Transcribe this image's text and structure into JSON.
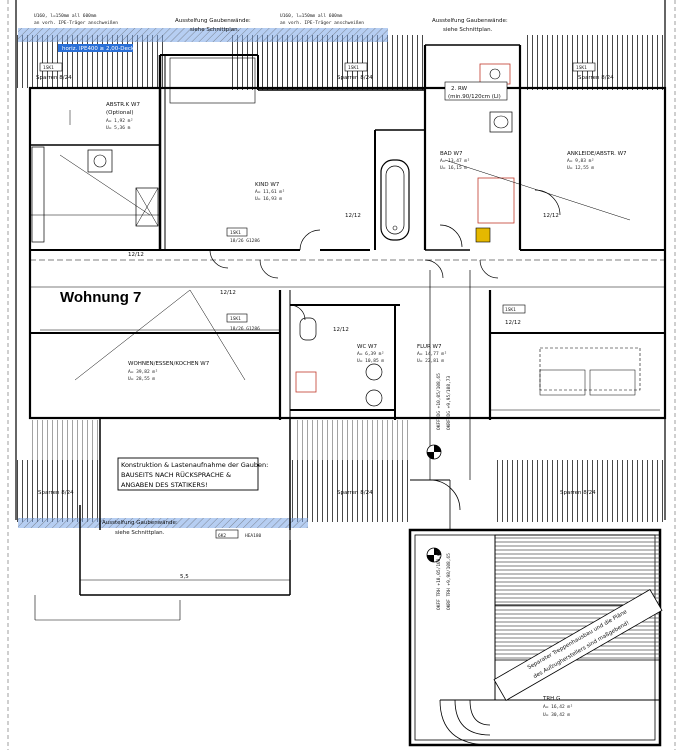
{
  "title": "Wohnung 7",
  "notes": {
    "top_left_beam": "U160, l=150mm all 600mm",
    "top_left_ipe": "an vorh. IPE-Träger anschweißen",
    "top_mid_1": "Ausstelfung Gaubenwände:",
    "top_mid_2": "siehe Schnittplan.",
    "top_right_beam": "U160, l=150mm all 600mm",
    "top_right_ipe": "an vorh. IPE-Träger anschweißen",
    "top_right_1": "Ausstelfung Gaubenwände:",
    "top_right_2": "siehe Schnittplan.",
    "blue_tag": "horiz. IPE400 ≥ 2,00-Decke",
    "structure_1": "Konstruktion & Lastenaufnahme der Gauben:",
    "structure_2": "BAUSEITS NACH RÜCKSPRACHE &",
    "structure_3": "ANGABEN DES STATIKERS!",
    "bottom_1": "Ausstelfung Gaubenwände:",
    "bottom_2": "siehe Schnittplan.",
    "hea": "HEA180",
    "stair_1": "Separater Treppenhausbau und die Pläne",
    "stair_2": "des Aufzugherstellers sind maßgebend!",
    "okff_1": "OKFF DG +10,05/108,65",
    "okff_2": "OKRF DG +9,95/108,73",
    "okff_3": "OKFF TRH +10,05/108,65",
    "okff_4": "OKRF TRH +9,98/108,65"
  },
  "rafters": {
    "top_left": "Sparren 8/24",
    "top_mid": "Sparren 8/24",
    "top_right": "Sparren 8/24",
    "bottom_left": "Sparren 8/24",
    "bottom_mid": "Sparren 8/24",
    "bottom_right": "Sparren 8/24"
  },
  "tags": {
    "t1": "1SK1",
    "t2": "1SK1",
    "t3": "1SK1",
    "t4": "1SK1",
    "t5": "1SK1",
    "t6": "1SK1",
    "t7": "6K2"
  },
  "doors": {
    "d1": "18/26 G1286",
    "d2": "18/26 G1286"
  },
  "dims": {
    "d1": "12/12",
    "d2": "12/12",
    "d3": "12/12",
    "d4": "12/12",
    "d5": "12/12",
    "d6": "12/12",
    "d7": "5,5"
  },
  "rooms": {
    "rw": {
      "name": "2. RW",
      "size": "(min.90/120cm (LI)"
    },
    "abstr": {
      "name": "ABSTR.K W7",
      "option": "(Optional)",
      "area": "A= 1,92 m²",
      "perimeter": "U= 5,36 m"
    },
    "kind": {
      "name": "KIND W7",
      "area": "A= 11,61 m²",
      "perimeter": "U= 16,93 m"
    },
    "bad": {
      "name": "BAD W7",
      "area": "A= 13,47 m²",
      "perimeter": "U= 16,15 m"
    },
    "ankleide": {
      "name": "ANKLEIDE/ABSTR. W7",
      "area": "A= 9,83 m²",
      "perimeter": "U= 12,55 m"
    },
    "wohnen": {
      "name": "WOHNEN/ESSEN/KOCHEN W7",
      "area": "A= 39,82 m²",
      "perimeter": "U= 28,55 m"
    },
    "wc": {
      "name": "WC W7",
      "area": "A= 6,39 m²",
      "perimeter": "U= 10,85 m"
    },
    "flur": {
      "name": "FLUR W7",
      "area": "A= 14,77 m²",
      "perimeter": "U= 22,81 m"
    },
    "trh": {
      "name": "TRH G",
      "area": "A= 16,42 m²",
      "perimeter": "U= 30,42 m"
    }
  }
}
